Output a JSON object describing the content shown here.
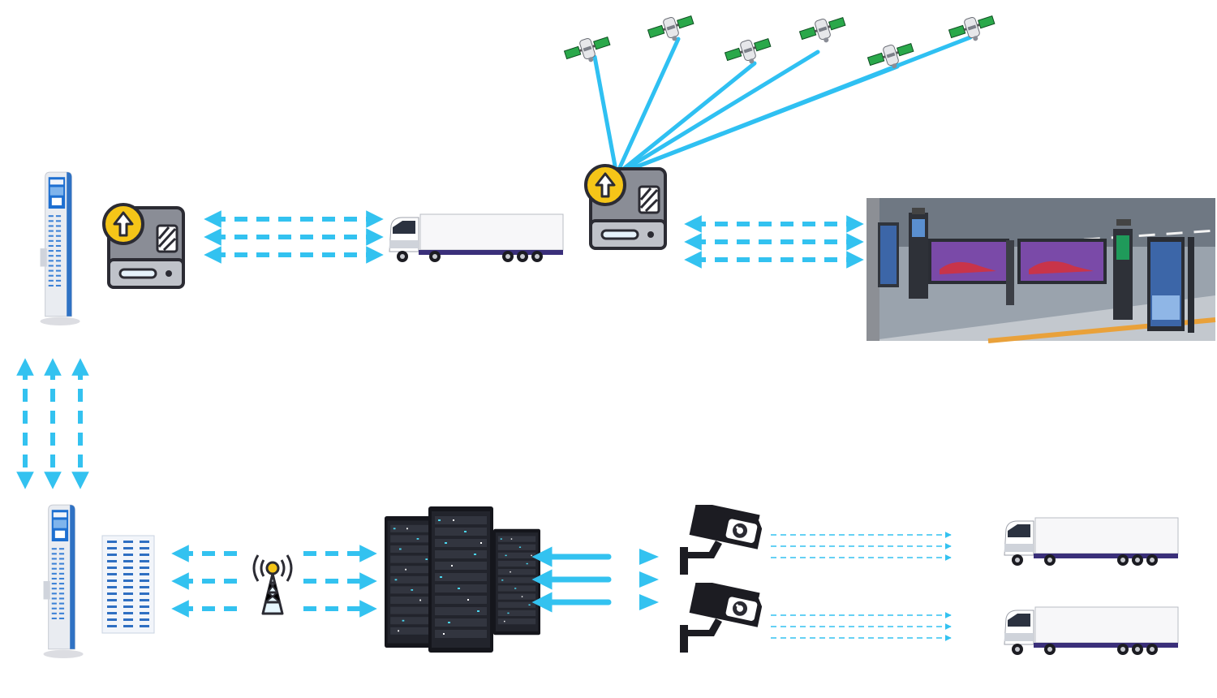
{
  "diagram": {
    "nodes": [
      {
        "name": "kiosk-top",
        "kind": "self-service-kiosk"
      },
      {
        "name": "etc-device-left",
        "kind": "gnss-terminal"
      },
      {
        "name": "truck-top",
        "kind": "truck"
      },
      {
        "name": "etc-device-center",
        "kind": "gnss-terminal"
      },
      {
        "name": "gate-photo",
        "kind": "parking-barrier-gate"
      },
      {
        "name": "kiosk-bottom",
        "kind": "self-service-kiosk"
      },
      {
        "name": "charging-cabinet",
        "kind": "locker-panel"
      },
      {
        "name": "radio-tower",
        "kind": "cell-tower"
      },
      {
        "name": "server-rack",
        "kind": "data-center"
      },
      {
        "name": "camera-upper",
        "kind": "cctv-camera"
      },
      {
        "name": "camera-lower",
        "kind": "cctv-camera"
      },
      {
        "name": "truck-bottom-upper",
        "kind": "truck"
      },
      {
        "name": "truck-bottom-lower",
        "kind": "truck"
      }
    ],
    "satellites": 6,
    "colors": {
      "flow": "#33c2f0",
      "device_body": "#8a8d96",
      "device_badge": "#f5c518",
      "outline": "#2b2b33",
      "kiosk_frame": "#2f72c4",
      "truck_chassis": "#3a2f7a",
      "satellite_panel": "#2aa84a",
      "server_body": "#15161c"
    },
    "icons": [
      "upload-arrow-icon",
      "satellite-icon",
      "antenna-icon",
      "camera-icon",
      "truck-icon",
      "server-icon",
      "kiosk-icon"
    ]
  }
}
